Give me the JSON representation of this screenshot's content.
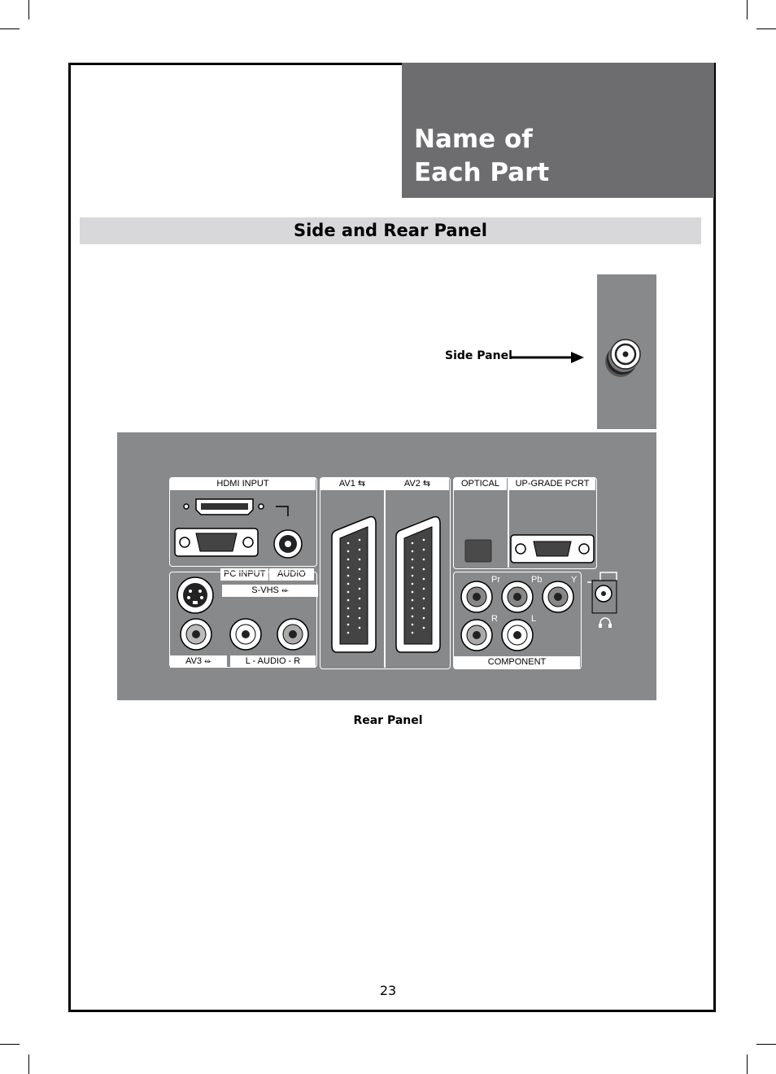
{
  "header": {
    "title": "Name of\nEach Part"
  },
  "section": {
    "title": "Side and Rear Panel"
  },
  "side_panel": {
    "label": "Side Panel"
  },
  "rear_panel": {
    "label": "Rear Panel",
    "labels": {
      "hdmi": "HDMI INPUT",
      "pc_input": "PC INPUT",
      "audio": "AUDIO",
      "svhs": "S-VHS",
      "av3": "AV3",
      "l_audio_r": "L - AUDIO - R",
      "av1": "AV1",
      "av2": "AV2",
      "optical": "OPTICAL",
      "upgrade": "UP-GRADE PCRT",
      "pr": "Pr",
      "pb": "Pb",
      "y": "Y",
      "r": "R",
      "l": "L",
      "component": "COMPONENT"
    }
  },
  "page": {
    "number": "23"
  }
}
